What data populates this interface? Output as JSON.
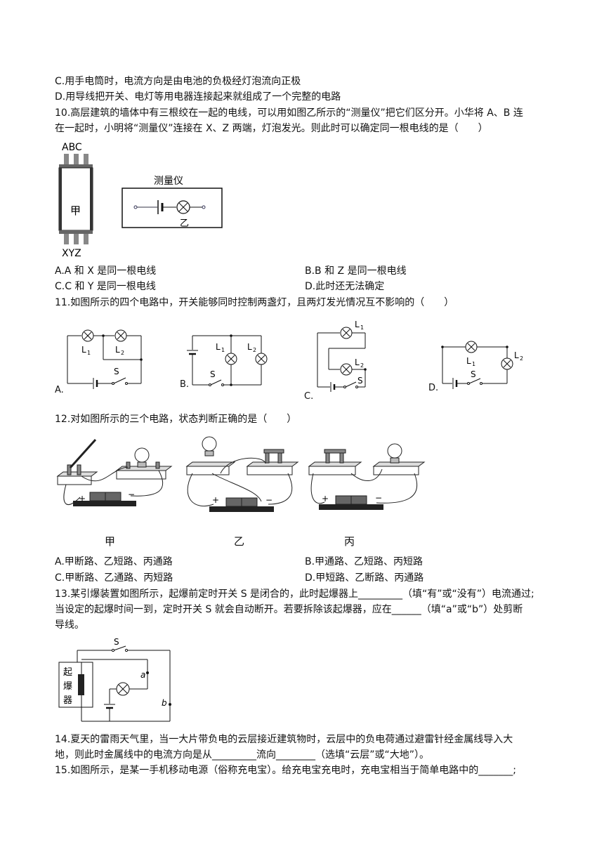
{
  "lines": {
    "c_option": "C.用手电筒时，电流方向是由电池的负极经灯泡流向正极",
    "d_option": "D.用导线把开关、电灯等用电器连接起来就组成了一个完整的电路",
    "q10_l1": "10.高层建筑的墙体中有三根绞在一起的电线，可以用如图乙所示的“测量仪”把它们区分开。小华将 A、B 连",
    "q10_l2": "在一起时，小明将“测量仪”连接在 X、Z 两端，灯泡发光。则此时可以确定同一根电线的是（　　）",
    "q11": "11.如图所示的四个电路中，开关能够同时控制两盏灯，且两灯发光情况互不影响的（　　）",
    "q12": "12.对如图所示的三个电路，状态判断正确的是（　　）",
    "q13_l1": "13.某引爆装置如图所示，起爆前定时开关 S 是闭合的，此时起爆器上_________（填“有”或“没有”）电流通过;",
    "q13_l2": "当设定的起爆时间一到，定时开关 S 就会自动断开。若要拆除该起爆器，应在______（填“a”或“b”）处剪断",
    "q13_l3": "导线。",
    "q14_l1": "14.夏天的雷雨天气里，当一大片带负电的云层接近建筑物时，云层中的负电荷通过避雷针经金属线导入大",
    "q14_l2": "地，则此时金属线中的电流方向是从_________流向________（选填“云层”或“大地”）。",
    "q15": "15.如图所示，是某一手机移动电源（俗称充电宝）。给充电宝充电时，充电宝相当于简单电路中的_______;"
  },
  "q10": {
    "options": {
      "a": "A.A 和 X 是同一根电线",
      "b": "B.B 和 Z 是同一根电线",
      "c": "C.C 和 Y 是同一根电线",
      "d": "D.此时还无法确定"
    },
    "fig": {
      "top_label": "ABC",
      "box_label": "甲",
      "bottom_label": "XYZ",
      "meter_title": "测量仪",
      "meter_label": "乙"
    }
  },
  "q11": {
    "captions": {
      "a": "A.",
      "b": "B.",
      "c": "C.",
      "d": "D."
    },
    "labels": {
      "l1": "L",
      "l2": "L",
      "sub1": "1",
      "sub2": "2",
      "s": "S"
    }
  },
  "q12": {
    "captions": {
      "jia": "甲",
      "yi": "乙",
      "bing": "丙"
    },
    "options": {
      "a": "A.甲断路、乙短路、丙通路",
      "b": "B.甲通路、乙短路、丙短路",
      "c": "C.甲断路、乙通路、丙短路",
      "d": "D.甲短路、乙断路、丙通路"
    },
    "plus": "+",
    "minus": "−"
  },
  "q13": {
    "fig": {
      "switch_label": "S",
      "device_label": "起爆器",
      "point_a": "a",
      "point_b": "b"
    }
  }
}
